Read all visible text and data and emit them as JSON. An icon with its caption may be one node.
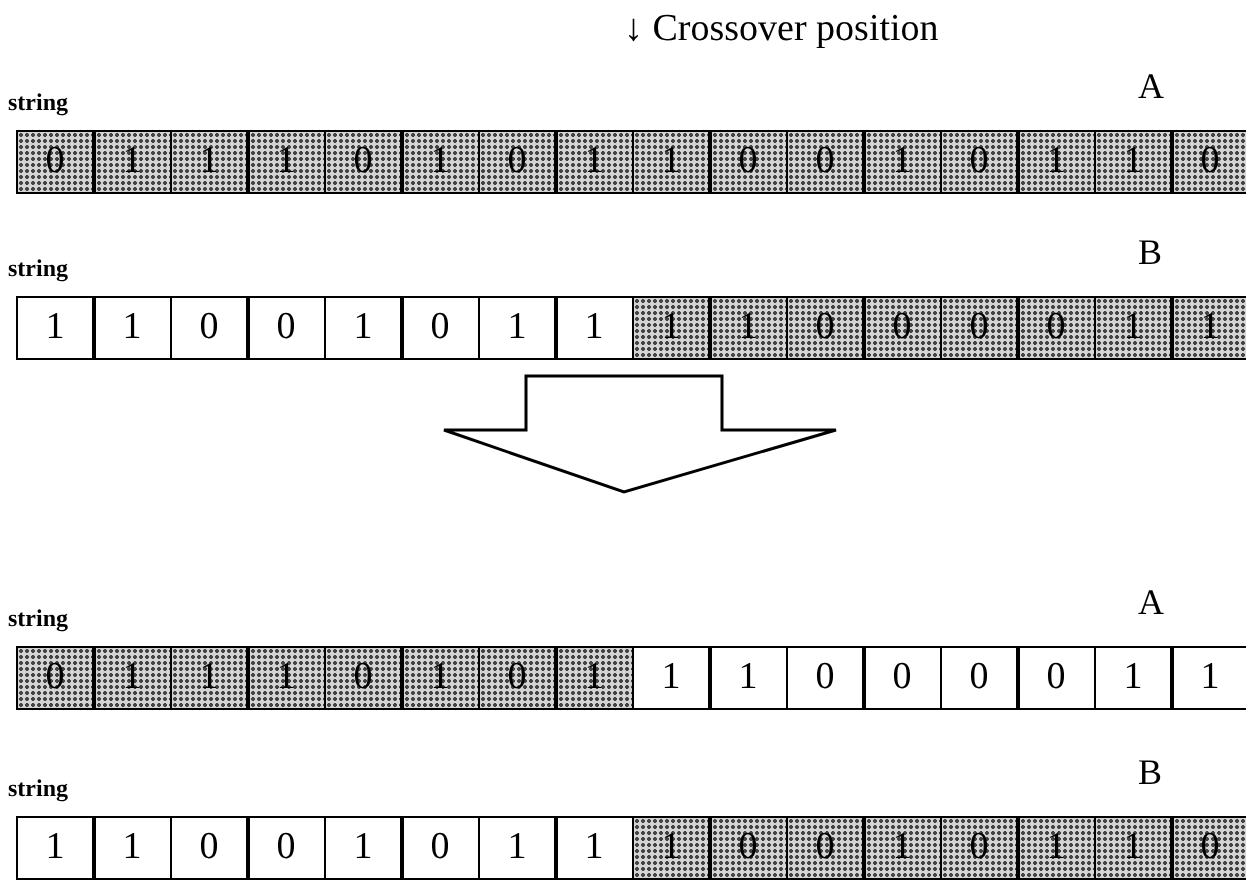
{
  "diagram": {
    "labels": [
      "↓ Crossover position",
      "A",
      "string",
      "0",
      "1",
      "1",
      "1",
      "0",
      "1",
      "0",
      "1",
      "1",
      "0",
      "0",
      "1",
      "0",
      "1",
      "1",
      "0",
      "B",
      "string",
      "1",
      "1",
      "0",
      "0",
      "1",
      "0",
      "1",
      "1",
      "1",
      "1",
      "0",
      "0",
      "0",
      "0",
      "1",
      "1",
      "A",
      "string",
      "0",
      "1",
      "1",
      "1",
      "0",
      "1",
      "0",
      "1",
      "1",
      "1",
      "0",
      "0",
      "0",
      "0",
      "1",
      "1",
      "B",
      "string",
      "1",
      "1",
      "0",
      "0",
      "1",
      "0",
      "1",
      "1",
      "1",
      "0",
      "0",
      "1",
      "0",
      "1",
      "1",
      "0"
    ]
  }
}
